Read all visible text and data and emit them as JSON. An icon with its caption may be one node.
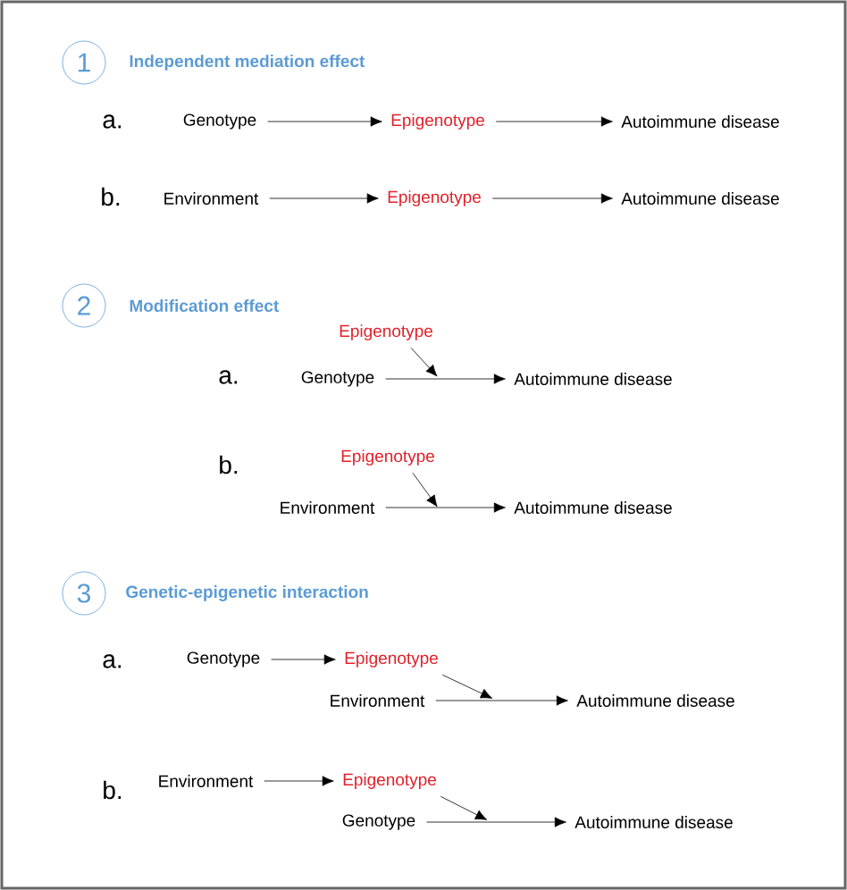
{
  "diagram": {
    "nodes": [
      {
        "text": [
          "1"
        ],
        "beside": [
          "Independent mediation effect"
        ]
      },
      {
        "text": [
          "Genotype"
        ]
      },
      {
        "text": [
          "Epigenotype"
        ]
      },
      {
        "text": [
          "Autoimmune disease"
        ]
      },
      {
        "text": [
          "Environment"
        ]
      },
      {
        "text": [
          "Epigenotype"
        ]
      },
      {
        "text": [
          "Autoimmune disease"
        ]
      },
      {
        "text": [
          "2"
        ],
        "beside": [
          "Modification effect"
        ]
      },
      {
        "text": [
          "Epigenotype"
        ]
      },
      {
        "text": [
          "Genotype"
        ]
      },
      {
        "text": [
          "Autoimmune disease"
        ]
      },
      {
        "text": [
          "Epigenotype"
        ]
      },
      {
        "text": [
          "Environment"
        ]
      },
      {
        "text": [
          "Autoimmune disease"
        ]
      },
      {
        "text": [
          "3"
        ],
        "beside": [
          "Genetic-epigenetic interaction"
        ]
      },
      {
        "text": [
          "Genotype"
        ]
      },
      {
        "text": [
          "Epigenotype"
        ]
      },
      {
        "text": [
          "Environment"
        ]
      },
      {
        "text": [
          "Autoimmune disease"
        ]
      },
      {
        "text": [
          "Environment"
        ]
      },
      {
        "text": [
          "Epigenotype"
        ]
      },
      {
        "text": [
          "Genotype"
        ]
      },
      {
        "text": [
          "Autoimmune disease"
        ]
      }
    ],
    "edges": [
      {
        "from": 1,
        "to": 2,
        "arrow": "to"
      },
      {
        "from": 2,
        "to": 3,
        "arrow": "to"
      },
      {
        "from": 4,
        "to": 5,
        "arrow": "to"
      },
      {
        "from": 5,
        "to": 6,
        "arrow": "to"
      },
      {
        "from": 9,
        "to": 10,
        "arrow": "to"
      },
      {
        "from": 8,
        "to": null,
        "arrow": "to"
      },
      {
        "from": 12,
        "to": 13,
        "arrow": "to"
      },
      {
        "from": 11,
        "to": null,
        "arrow": "to"
      },
      {
        "from": 15,
        "to": 16,
        "arrow": "to"
      },
      {
        "from": 17,
        "to": 18,
        "arrow": "to"
      },
      {
        "from": 16,
        "to": null,
        "arrow": "to"
      },
      {
        "from": 19,
        "to": 20,
        "arrow": "to"
      },
      {
        "from": 21,
        "to": 22,
        "arrow": "to"
      },
      {
        "from": 20,
        "to": null,
        "arrow": "to"
      }
    ],
    "labels": [
      "a.",
      "b.",
      "a.",
      "b.",
      "a.",
      "b."
    ]
  }
}
